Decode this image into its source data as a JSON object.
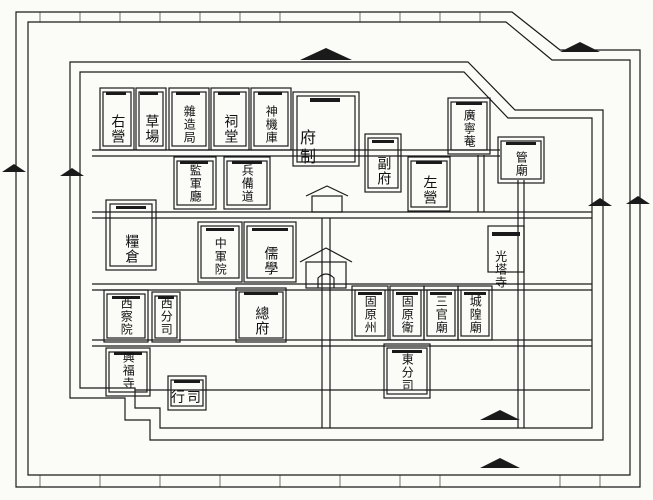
{
  "map": {
    "buildings": {
      "you_ying": "右營",
      "cao_chang": "草場",
      "za_zao_ju": "雜造局",
      "ci_tang": "祠堂",
      "shen_ji_ku": "神機庫",
      "fu_zhi": "府制",
      "jian_jun_ting": "監軍廳",
      "bing_bei_dao": "兵備道",
      "fu_fu": "副府",
      "zuo_ying": "左營",
      "guang_ning_an": "廣寧菴",
      "guan_miao": "管廟",
      "liang_cang": "糧倉",
      "zhong_jun_yuan": "中軍院",
      "ru_xue": "儒學",
      "guang_ta_si": "光塔寺",
      "xi_cha_yuan": "西察院",
      "xi_fen_si": "西分司",
      "zong_fu": "總府",
      "gu_yuan_zhou": "固原州",
      "gu_yuan_wei": "固原衛",
      "san_guan_miao": "三官廟",
      "cheng_huang_miao": "城隍廟",
      "xing_fu_si": "興福寺",
      "xing_si": "行司",
      "dong_fen_si": "東分司"
    }
  }
}
